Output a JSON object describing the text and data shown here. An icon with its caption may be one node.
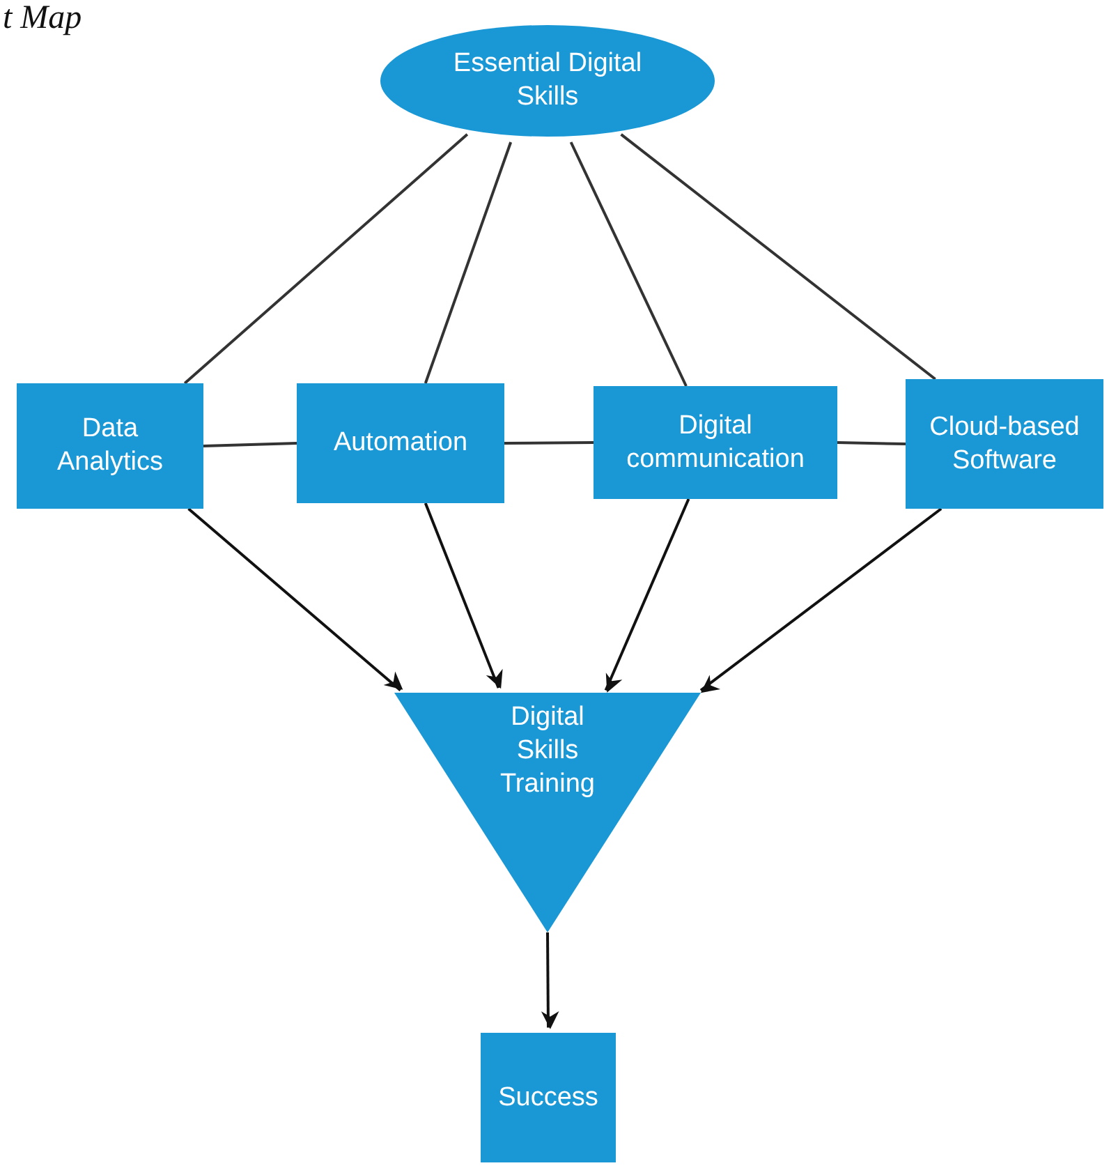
{
  "diagram": {
    "nodes": [
      {
        "text": [
          "Essential Digital Skills"
        ]
      },
      {
        "text": [
          "Data Analytics"
        ]
      },
      {
        "text": [
          "Automation"
        ]
      },
      {
        "text": [
          "Digital communication"
        ]
      },
      {
        "text": [
          "Cloud-based Software"
        ]
      },
      {
        "text": [
          "Digital Skills Training"
        ]
      },
      {
        "text": [
          "Success"
        ]
      }
    ],
    "edges": [
      {
        "from": 0,
        "to": 1,
        "arrow": "none"
      },
      {
        "from": 0,
        "to": 2,
        "arrow": "none"
      },
      {
        "from": 0,
        "to": 3,
        "arrow": "none"
      },
      {
        "from": 0,
        "to": 4,
        "arrow": "none"
      },
      {
        "from": 1,
        "to": 2,
        "arrow": "none"
      },
      {
        "from": 2,
        "to": 3,
        "arrow": "none"
      },
      {
        "from": 3,
        "to": 4,
        "arrow": "none"
      },
      {
        "from": 1,
        "to": 5,
        "arrow": "to"
      },
      {
        "from": 2,
        "to": 5,
        "arrow": "to"
      },
      {
        "from": 3,
        "to": 5,
        "arrow": "to"
      },
      {
        "from": 4,
        "to": 5,
        "arrow": "to"
      },
      {
        "from": 5,
        "to": 6,
        "arrow": "to"
      }
    ],
    "labels": [
      "t Map"
    ]
  }
}
